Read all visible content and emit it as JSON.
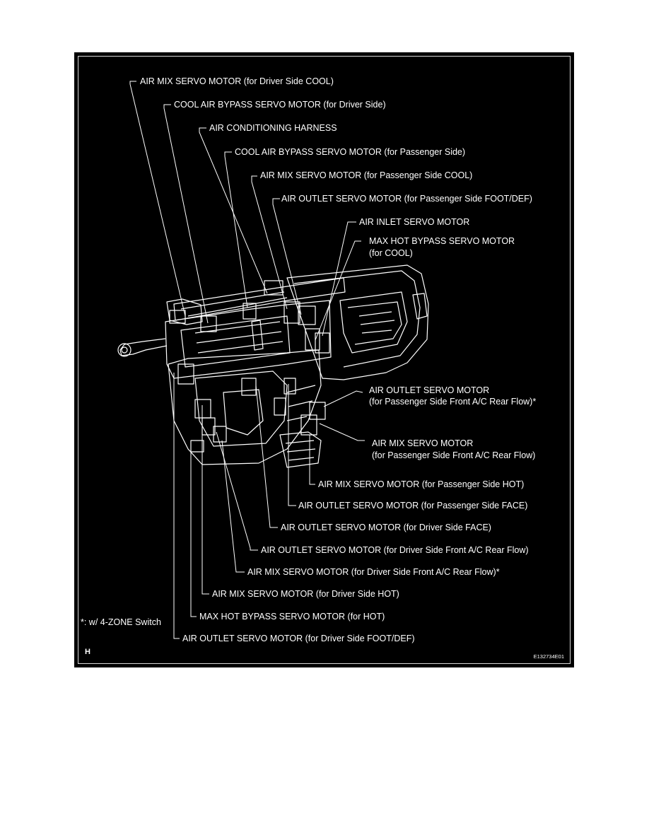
{
  "diagram": {
    "labels": [
      "AIR MIX SERVO MOTOR (for Driver Side COOL)",
      "COOL AIR BYPASS SERVO MOTOR (for Driver Side)",
      "AIR CONDITIONING HARNESS",
      "COOL AIR BYPASS SERVO MOTOR (for Passenger Side)",
      "AIR MIX SERVO MOTOR (for Passenger Side COOL)",
      "AIR OUTLET SERVO MOTOR (for Passenger Side FOOT/DEF)",
      "AIR INLET SERVO MOTOR",
      "MAX HOT BYPASS SERVO MOTOR",
      "(for COOL)",
      "AIR OUTLET SERVO MOTOR",
      "(for Passenger Side Front A/C Rear Flow)*",
      "AIR MIX SERVO MOTOR",
      "(for Passenger Side Front A/C Rear Flow)",
      "AIR MIX SERVO MOTOR (for Passenger Side HOT)",
      "AIR OUTLET SERVO MOTOR (for Passenger Side FACE)",
      "AIR OUTLET SERVO MOTOR (for Driver Side FACE)",
      "AIR OUTLET SERVO MOTOR (for Driver Side Front A/C Rear Flow)",
      "AIR MIX SERVO MOTOR (for Driver Side Front A/C Rear Flow)*",
      "AIR MIX SERVO MOTOR (for Driver Side HOT)",
      "MAX HOT BYPASS SERVO MOTOR (for HOT)",
      "AIR OUTLET SERVO MOTOR (for Driver Side FOOT/DEF)"
    ],
    "footnote": "*: w/ 4-ZONE Switch",
    "section_letter": "H",
    "figure_code": "E132734E01"
  }
}
